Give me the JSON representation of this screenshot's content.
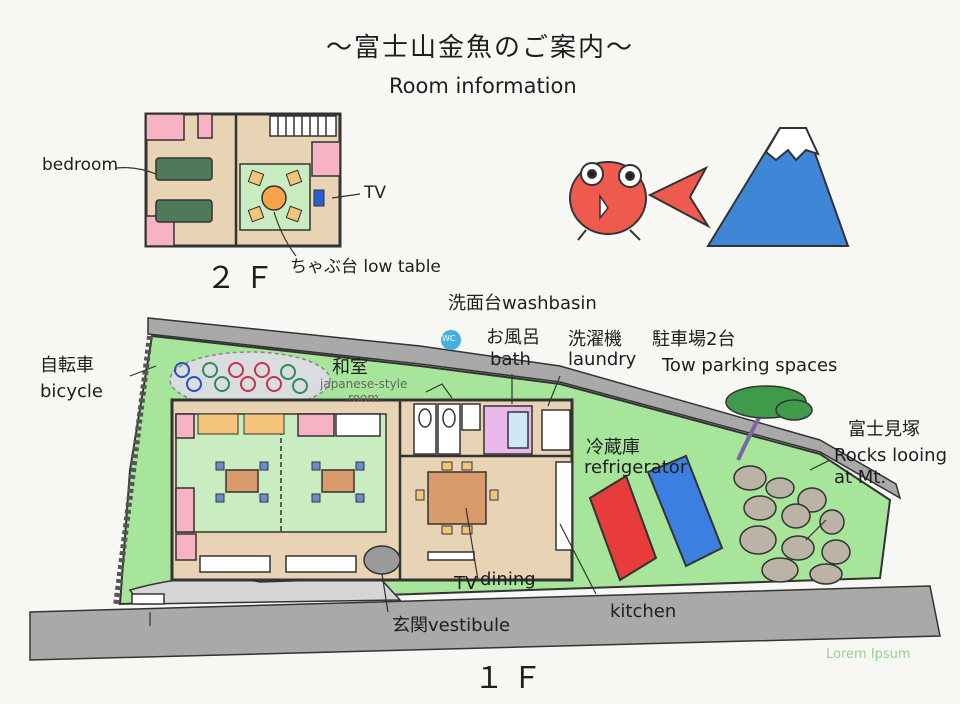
{
  "title": {
    "japanese": "〜富士山金魚のご案内〜",
    "english": "Room information"
  },
  "second_floor": {
    "floor_label": "２Ｆ",
    "bedroom": "bedroom",
    "tv": "TV",
    "low_table": "ちゃぶ台 low table"
  },
  "first_floor": {
    "floor_label": "１Ｆ",
    "washbasin": "洗面台washbasin",
    "wc": "WC",
    "bath_jp": "お風呂",
    "bath_en": "bath",
    "laundry_jp": "洗濯機",
    "laundry_en": "laundry",
    "parking_jp": "駐車場2台",
    "parking_en": "Tow parking spaces",
    "bicycle_jp": "自転車",
    "bicycle_en": "bicycle",
    "washitsu_jp": "和室",
    "washitsu_en_1": "japanese-style",
    "washitsu_en_2": "room",
    "fridge_jp": "冷蔵庫",
    "fridge_en": "refrigerator",
    "rocks_jp": "富士見塚",
    "rocks_en_1": "Rocks looing",
    "rocks_en_2": "at Mt.",
    "tv": "TV",
    "dining": "dining",
    "kitchen": "kitchen",
    "vestibule": "玄関vestibule"
  },
  "watermark": "Lorem Ipsum",
  "colors": {
    "grass": "#a6e59a",
    "tatami": "#c9ecc0",
    "wood": "#e8d3b4",
    "pink": "#f5b3c3",
    "road": "#a9a9a9",
    "fish": "#ef5a4e",
    "mountain": "#3f86d6",
    "car_red": "#e83b3b",
    "car_blue": "#3d7fe0"
  }
}
